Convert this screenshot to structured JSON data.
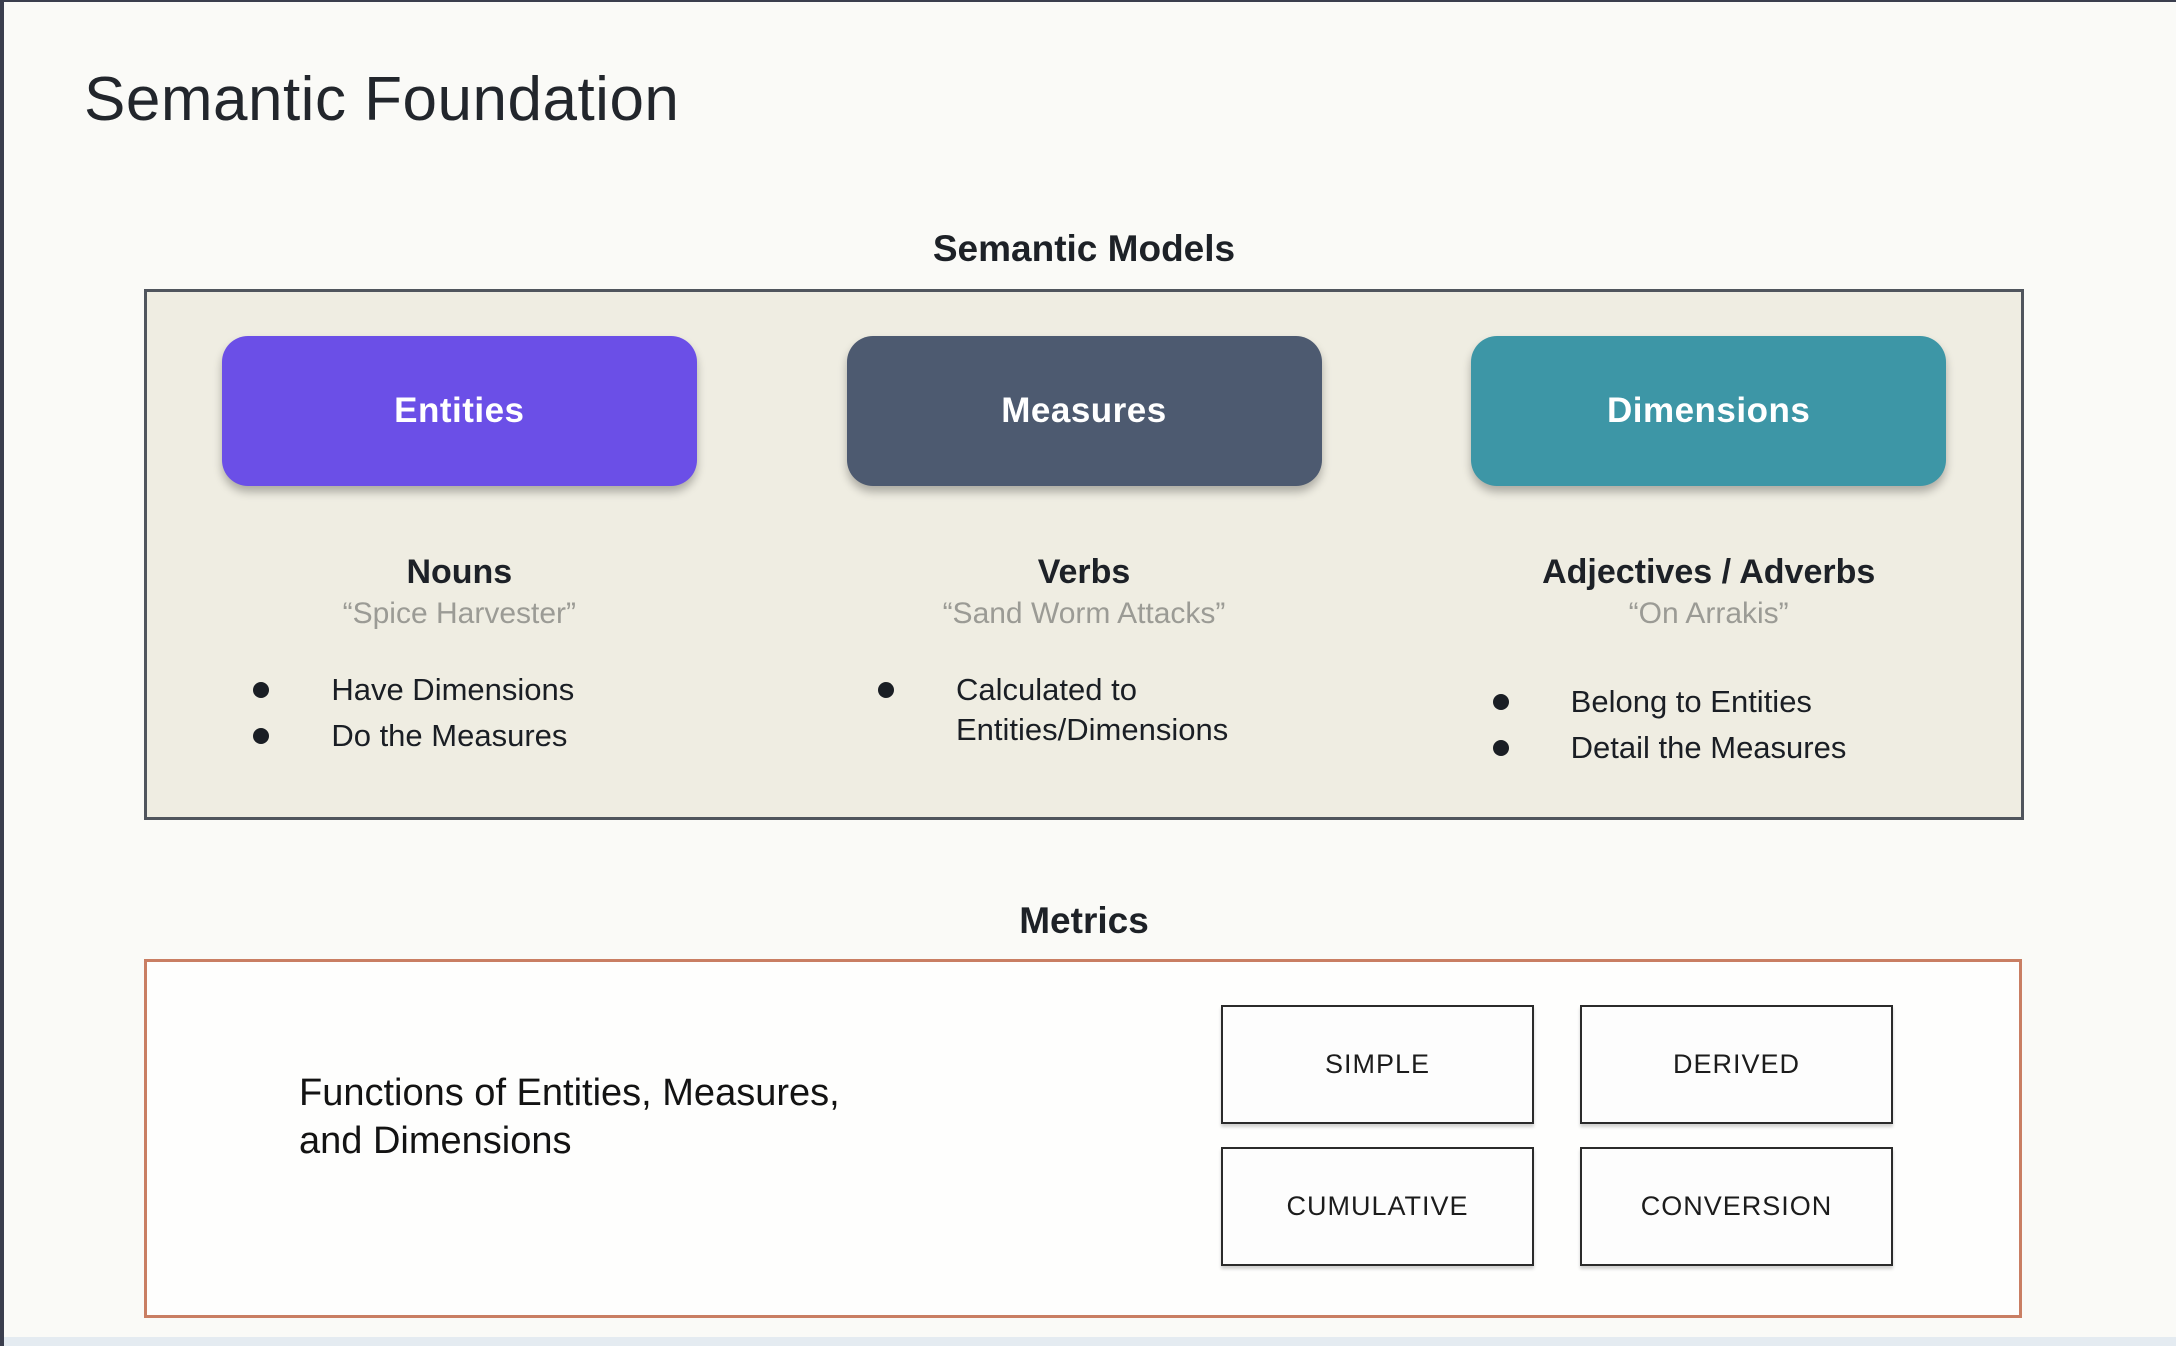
{
  "slide": {
    "title": "Semantic Foundation"
  },
  "semantic_models": {
    "heading": "Semantic Models",
    "panel_bg": "#EFEDE2",
    "panel_border_color": "#50555D",
    "columns": [
      {
        "button_label": "Entities",
        "button_color": "#6B4FE7",
        "role": "Nouns",
        "example": "“Spice Harvester”",
        "bullets": [
          "Have Dimensions",
          "Do the Measures"
        ]
      },
      {
        "button_label": "Measures",
        "button_color": "#4D5A70",
        "role": "Verbs",
        "example": "“Sand Worm Attacks”",
        "bullets": [
          "Calculated to Entities/Dimensions"
        ]
      },
      {
        "button_label": "Dimensions",
        "button_color": "#3D96A6",
        "role": "Adjectives / Adverbs",
        "example": "“On Arrakis”",
        "bullets": [
          "Belong to Entities",
          "Detail the Measures"
        ]
      }
    ]
  },
  "metrics": {
    "heading": "Metrics",
    "border_color": "#C97E63",
    "description_lines": [
      "Functions of Entities, Measures,",
      "and Dimensions"
    ],
    "types": [
      "SIMPLE",
      "DERIVED",
      "CUMULATIVE",
      "CONVERSION"
    ]
  }
}
